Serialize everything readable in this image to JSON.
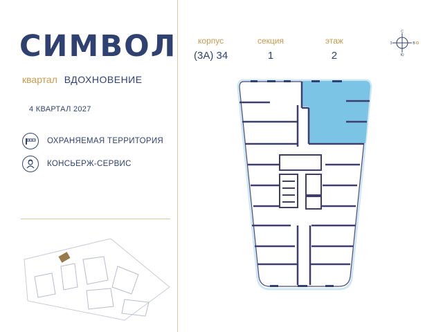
{
  "brand": {
    "name": "СИМВОЛ"
  },
  "quarter": {
    "label": "квартал",
    "name": "ВДОХНОВЕНИЕ"
  },
  "delivery": "4 КВАРТАЛ 2027",
  "features": [
    {
      "label": "ОХРАНЯЕМАЯ ТЕРРИТОРИЯ",
      "icon": "barrier-icon"
    },
    {
      "label": "КОНСЬЕРЖ-СЕРВИС",
      "icon": "concierge-icon"
    }
  ],
  "info": {
    "building_label": "корпус",
    "building_value": "(3А) 34",
    "section_label": "секция",
    "section_value": "1",
    "floor_label": "этаж",
    "floor_value": "2"
  },
  "compass": {
    "n": "С",
    "s": "Ю",
    "w": "З",
    "e": "В"
  },
  "colors": {
    "brand": "#2f4170",
    "accent": "#c79a4e",
    "highlight": "#7cc4e6",
    "divider": "#d9c9a8"
  }
}
